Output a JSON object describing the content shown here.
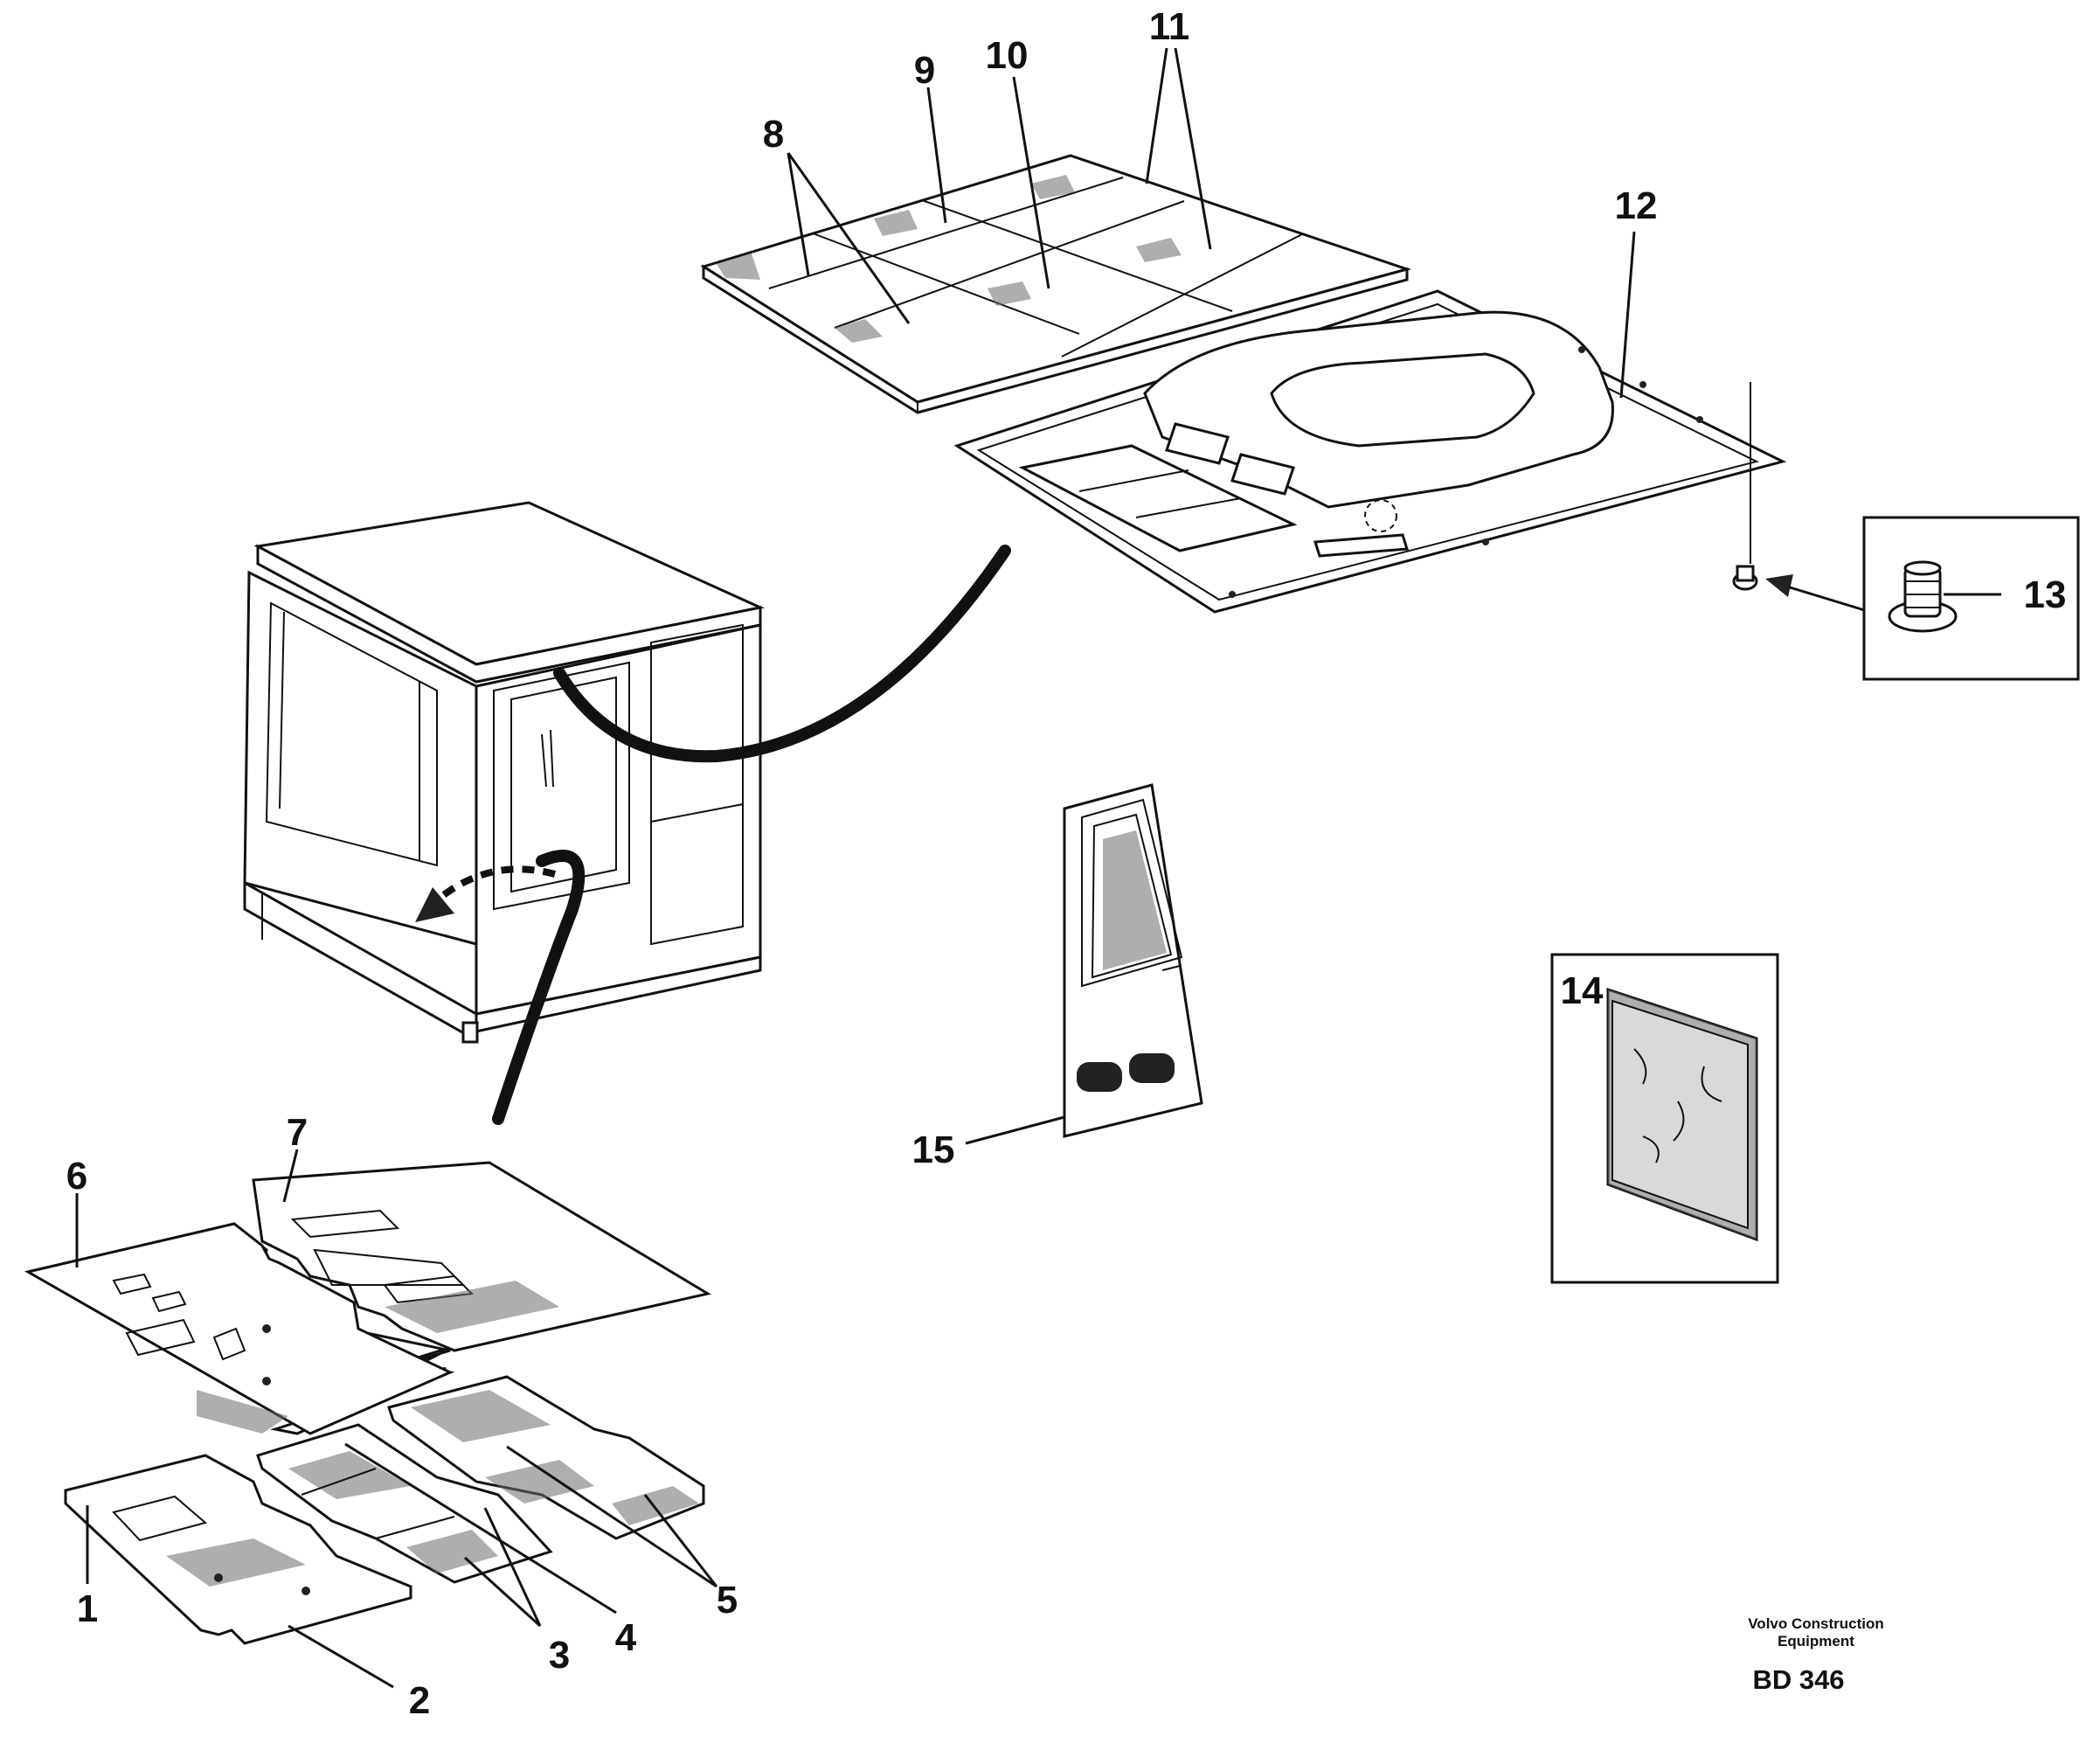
{
  "labels": {
    "p1": "1",
    "p2": "2",
    "p3": "3",
    "p4": "4",
    "p5": "5",
    "p6": "6",
    "p7": "7",
    "p8": "8",
    "p9": "9",
    "p10": "10",
    "p11": "11",
    "p12": "12",
    "p13": "13",
    "p14": "14",
    "p15": "15"
  },
  "caption": {
    "company_line1": "Volvo Construction",
    "company_line2": "Equipment",
    "code": "BD 346"
  }
}
